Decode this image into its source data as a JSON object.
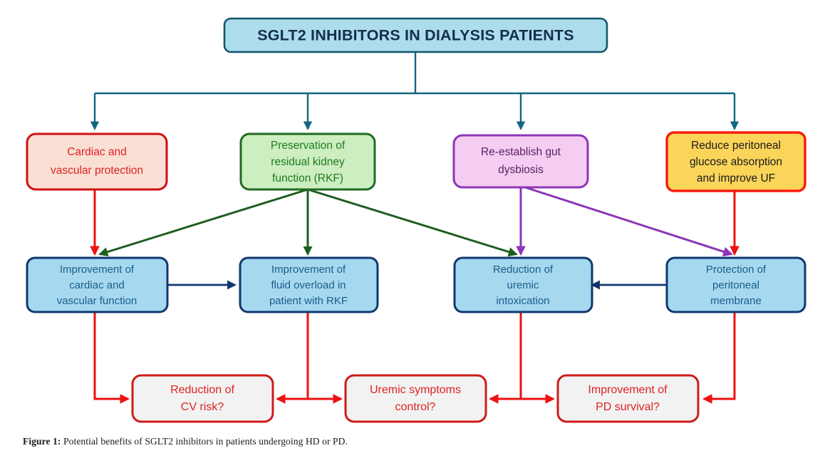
{
  "figure": {
    "caption_prefix": "Figure 1:",
    "caption_text": "Potential benefits of SGLT2 inhibitors in patients undergoing HD or PD."
  },
  "colors": {
    "title_fill": "#addced",
    "title_stroke": "#12566e",
    "title_text": "#132f4c",
    "red_fill": "#fadfd4",
    "red_stroke": "#cc1111",
    "red_text": "#dd2222",
    "green_fill": "#cdeec0",
    "green_stroke": "#1f6b22",
    "green_text": "#1f7a22",
    "purple_fill": "#f6cdf2",
    "purple_stroke": "#8d36b8",
    "purple_text": "#5a2060",
    "orange_fill": "#fbd45a",
    "orange_stroke": "#f81b0c",
    "orange_text": "#1a1a1a",
    "blue_fill": "#a6d8ef",
    "blue_stroke": "#10376e",
    "blue_text": "#1a5e8a",
    "grey_fill": "#f2f2f2",
    "grey_stroke": "#cf1b1b",
    "grey_text": "#dd2222",
    "teal_line": "#12667f",
    "darkgreen_line": "#1d5e20",
    "purple_line": "#8d36b8",
    "red_line": "#ee1111",
    "navy_line": "#10376e"
  },
  "title": {
    "text": "SGLT2 INHIBITORS IN DIALYSIS PATIENTS"
  },
  "row_benefits": [
    {
      "id": "cardiac-vascular-protection",
      "lines": [
        "Cardiac and",
        "vascular protection"
      ]
    },
    {
      "id": "preservation-rkf",
      "lines": [
        "Preservation of",
        "residual kidney",
        "function (RKF)"
      ]
    },
    {
      "id": "reestablish-gut-dysbiosis",
      "lines": [
        "Re-establish gut",
        "dysbiosis"
      ]
    },
    {
      "id": "reduce-peritoneal-glucose",
      "lines": [
        "Reduce peritoneal",
        "glucose absorption",
        "and improve UF"
      ]
    }
  ],
  "row_outcomes": [
    {
      "id": "improvement-cardiac-vascular-function",
      "lines": [
        "Improvement of",
        "cardiac and",
        "vascular function"
      ]
    },
    {
      "id": "improvement-fluid-overload",
      "lines": [
        "Improvement of",
        "fluid overload in",
        "patient with RKF"
      ]
    },
    {
      "id": "reduction-uremic-intoxication",
      "lines": [
        "Reduction of",
        "uremic",
        "intoxication"
      ]
    },
    {
      "id": "protection-peritoneal-membrane",
      "lines": [
        "Protection of",
        "peritoneal",
        "membrane"
      ]
    }
  ],
  "row_questions": [
    {
      "id": "reduction-cv-risk",
      "lines": [
        "Reduction of",
        "CV risk?"
      ]
    },
    {
      "id": "uremic-symptoms-control",
      "lines": [
        "Uremic symptoms",
        "control?"
      ]
    },
    {
      "id": "improvement-pd-survival",
      "lines": [
        "Improvement of",
        "PD survival?"
      ]
    }
  ]
}
